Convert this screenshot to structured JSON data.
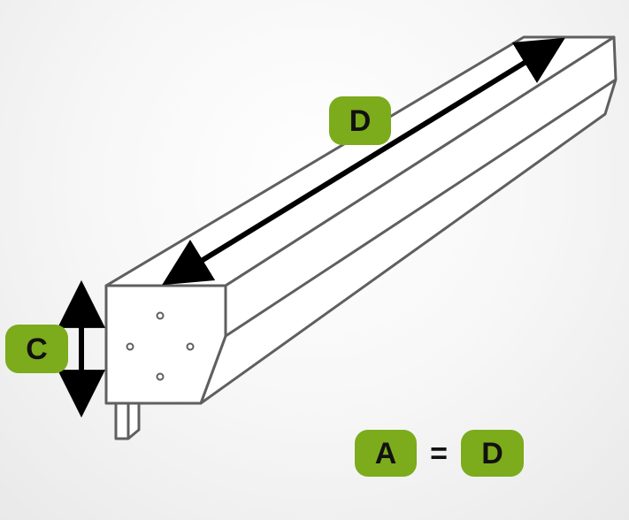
{
  "labels": {
    "length_top": "D",
    "height_side": "C",
    "equation_left": "A",
    "equation_operator": "=",
    "equation_right": "D"
  },
  "colors": {
    "label_fill": "#7cab1c",
    "label_text": "#111111",
    "beam_fill": "#ffffff",
    "beam_stroke": "#5f5f5f",
    "arrow": "#000000"
  },
  "icons": {
    "length_arrow": "double-arrow-diagonal",
    "height_arrow": "double-arrow-vertical",
    "mounting_holes": "bolt-hole"
  }
}
